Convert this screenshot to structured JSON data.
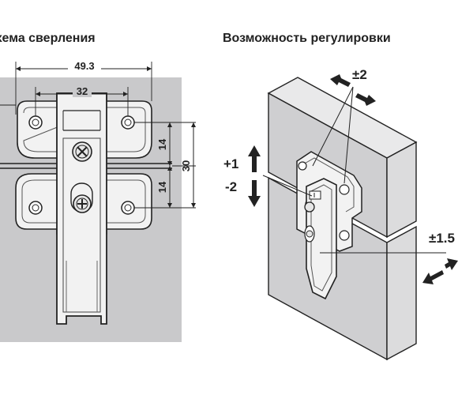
{
  "titles": {
    "drilling_scheme": "хема сверления",
    "adjustment": "Возможность регулировки"
  },
  "dimensions": {
    "width_total": "49.3",
    "hole_spacing": "32",
    "upper_offset": "14",
    "lower_offset": "14",
    "total_height": "30"
  },
  "adjustments": {
    "side": "±2",
    "height_up": "+1",
    "height_down": "-2",
    "depth": "±1.5"
  },
  "colors": {
    "panel": "#c9c9cb",
    "plate": "#f2f2f2",
    "line": "#222222"
  }
}
